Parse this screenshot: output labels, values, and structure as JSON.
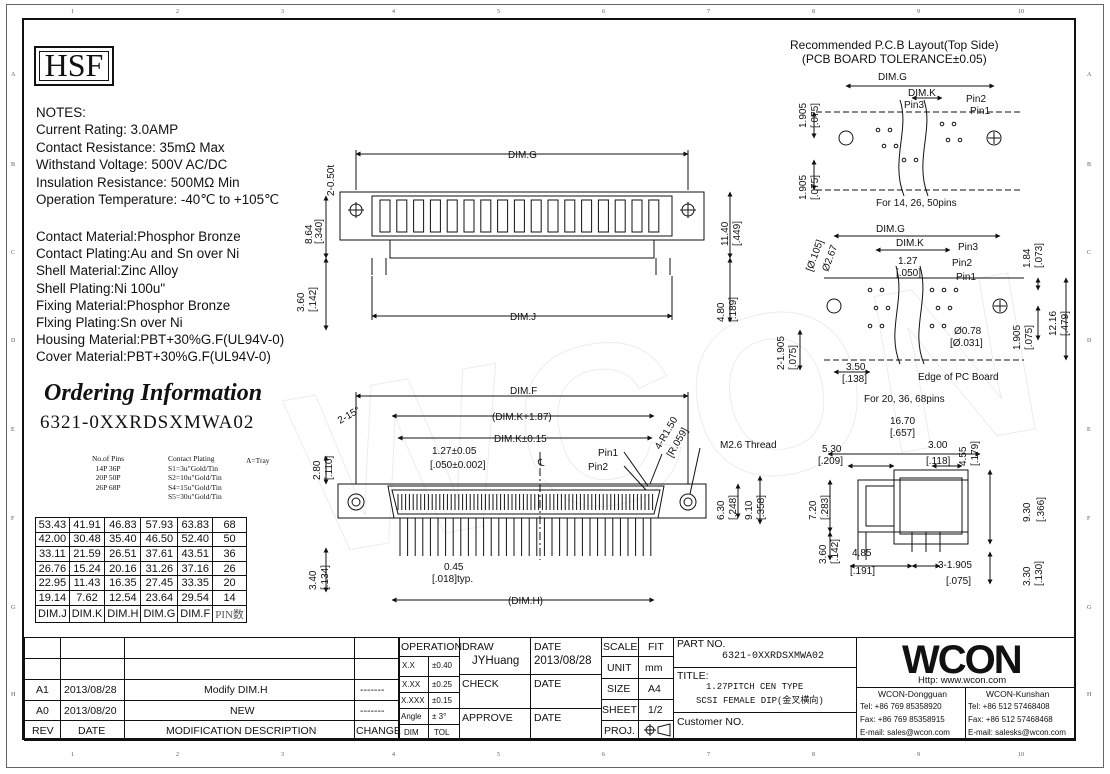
{
  "logo": "HSF",
  "notes_title": "NOTES:",
  "notes": [
    "Current Rating: 3.0AMP",
    "Contact Resistance: 35mΩ Max",
    "Withstand Voltage: 500V AC/DC",
    "Insulation Resistance: 500MΩ Min",
    "Operation Temperature: -40℃ to +105℃"
  ],
  "materials": [
    "Contact Material:Phosphor Bronze",
    "Contact Plating:Au and Sn over Ni",
    "Shell Material:Zinc Alloy",
    "Shell Plating:Ni 100u\"",
    "Fixing Material:Phosphor Bronze",
    "Flxing Plating:Sn over Ni",
    "Housing Material:PBT+30%G.F(UL94V-0)",
    "Cover Material:PBT+30%G.F(UL94V-0)"
  ],
  "ordering": {
    "title": "Ordering Information",
    "code": "6321-0XXRDSXMWA02",
    "pins_title": "No.of Pins",
    "pins": [
      "14P  36P",
      "20P  50P",
      "26P  68P"
    ],
    "plating_title": "Contact Plating",
    "plating": [
      "S1=3u\"Gold/Tin",
      "S2=10u\"Gold/Tin",
      "S4=15u\"Gold/Tin",
      "S5=30u\"Gold/Tin"
    ],
    "tray": "A=Tray"
  },
  "dim_table": {
    "rows": [
      [
        "53.43",
        "41.91",
        "46.83",
        "57.93",
        "63.83",
        "68"
      ],
      [
        "42.00",
        "30.48",
        "35.40",
        "46.50",
        "52.40",
        "50"
      ],
      [
        "33.11",
        "21.59",
        "26.51",
        "37.61",
        "43.51",
        "36"
      ],
      [
        "26.76",
        "15.24",
        "20.16",
        "31.26",
        "37.16",
        "26"
      ],
      [
        "22.95",
        "11.43",
        "16.35",
        "27.45",
        "33.35",
        "20"
      ],
      [
        "19.14",
        "7.62",
        "12.54",
        "23.64",
        "29.54",
        "14"
      ]
    ],
    "header": [
      "DIM.J",
      "DIM.K",
      "DIM.H",
      "DIM.G",
      "DIM.F",
      "PIN数"
    ]
  },
  "pcb": {
    "title1": "Recommended P.C.B Layout(Top Side)",
    "title2": "(PCB BOARD TOLERANCE±0.05)",
    "caption1": "For 14, 26, 50pins",
    "caption2": "For 20, 36, 68pins",
    "edge": "Edge of PC Board"
  },
  "dims": {
    "dim_g": "DIM.G",
    "dim_j": "DIM.J",
    "dim_f": "DIM.F",
    "dim_h": "(DIM.H)",
    "dim_k": "DIM.K",
    "dim_k187": "(DIM.K+1.87)",
    "dim_k015": "DIM.K±0.15",
    "pitch1": "1.27±0.05",
    "pitch2": "[.050±0.002]",
    "pin1": "Pin1",
    "pin2": "Pin2",
    "pin3": "Pin3",
    "thread": "M2.6 Thread",
    "r150": "4-R1.50",
    "r059": "[R.059]",
    "h050": "2-0.50t",
    "d864": "8.64",
    "d340": "[.340]",
    "d1140": "11.40",
    "d449": "[.449]",
    "d360": "3.60",
    "d142": "[.142]",
    "d480": "4.80",
    "d189": "[.189]",
    "d280": "2.80",
    "d110": "[.110]",
    "d340b": "3.40",
    "d134": "[.134]",
    "d045": "0.45",
    "d018": "[.018]typ.",
    "d630": "6.30",
    "d248": "[.248]",
    "d910": "9.10",
    "d358": "[.358]",
    "d1905": "1.905",
    "d075": "[.075]",
    "d2_1905": "2-1.905",
    "d127": "1.27",
    "d050": "[.050]",
    "d184": "1.84",
    "d073": "[.073]",
    "d1216": "12.16",
    "d479": "[.479]",
    "d078": "Ø0.78",
    "d031": "[Ø.031]",
    "d350": "3.50",
    "d138": "[.138]",
    "d267": "Ø2.67",
    "d105": "[Ø.105]",
    "d1670": "16.70",
    "d657": "[.657]",
    "d530": "5.30",
    "d209": "[.209]",
    "d300": "3.00",
    "d118": "[.118]",
    "d455": "4.55",
    "d179": "[.179]",
    "d720": "7.20",
    "d283": "[.283]",
    "d930": "9.30",
    "d366": "[.366]",
    "d360b": "3.60",
    "d142b": "[.142]",
    "d485": "4.85",
    "d191": "[.191]",
    "d3_1905": "3-1.905",
    "d075b": "[.075]",
    "d330": "3.30",
    "d130": "[.130]",
    "d2_15": "2-15°",
    "cl": "℄"
  },
  "titleblock": {
    "revisions": [
      {
        "rev": "A1",
        "date": "2013/08/28",
        "desc": "Modify  DIM.H",
        "change": "-------"
      },
      {
        "rev": "A0",
        "date": "2013/08/20",
        "desc": "NEW",
        "change": "-------"
      }
    ],
    "hdr_rev": "REV",
    "hdr_date": "DATE",
    "hdr_desc": "MODIFICATION  DESCRIPTION",
    "hdr_change": "CHANGE",
    "operation": "OPERATION",
    "tol": [
      [
        "X.X",
        "±0.40"
      ],
      [
        "X.XX",
        "±0.25"
      ],
      [
        "X.XXX",
        "±0.15"
      ],
      [
        "Angle",
        "± 3°"
      ]
    ],
    "dim": "DIM",
    "tol_lbl": "TOL",
    "draw": "DRAW",
    "drawer": "JYHuang",
    "check": "CHECK",
    "approve": "APPROVE",
    "date_lbl": "DATE",
    "date_val": "2013/08/28",
    "scale": "SCALE",
    "fit": "FIT",
    "unit": "UNIT",
    "unit_val": "mm",
    "size": "SIZE",
    "size_val": "A4",
    "sheet": "SHEET",
    "sheet_val": "1/2",
    "proj": "PROJ.",
    "part_no_lbl": "PART NO.",
    "part_no": "6321-0XXRDSXMWA02",
    "title_lbl": "TITLE:",
    "title1": "1.27PITCH CEN TYPE",
    "title2": "SCSI FEMALE DIP(金叉横向)",
    "customer": "Customer NO.",
    "company": "WCON",
    "http": "Http: www.wcon.com",
    "dg": "WCON-Dongguan",
    "ks": "WCON-Kunshan",
    "dg_tel": "Tel: +86 769 85358920",
    "dg_fax": "Fax: +86 769 85358915",
    "dg_mail": "E-mail: sales@wcon.com",
    "ks_tel": "Tel: +86 512 57468408",
    "ks_fax": "Fax: +86 512 57468468",
    "ks_mail": "E-mail: salesks@wcon.com"
  },
  "zones_top": [
    "1",
    "2",
    "3",
    "4",
    "5",
    "6",
    "7",
    "8",
    "9",
    "10"
  ],
  "zones_side": [
    "A",
    "B",
    "C",
    "D",
    "E",
    "F",
    "G",
    "H"
  ]
}
